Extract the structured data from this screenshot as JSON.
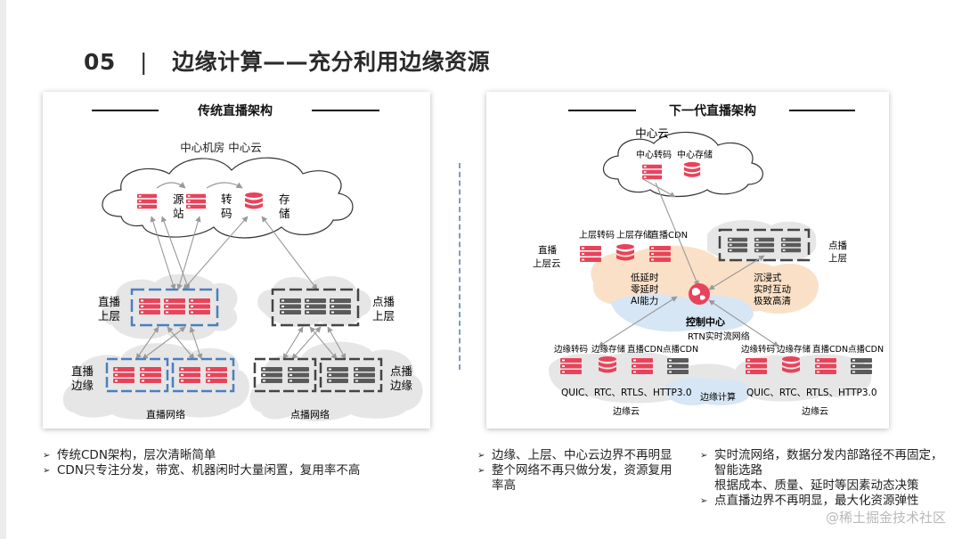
{
  "slide": {
    "number": "05",
    "separator": "|",
    "title": "边缘计算——充分利用边缘资源"
  },
  "left_panel": {
    "heading": "传统直播架构",
    "cloud_label": "中心机房 中心云",
    "source": [
      "源",
      "站"
    ],
    "transcode": [
      "转",
      "码"
    ],
    "storage": [
      "存",
      "储"
    ],
    "live_upper": [
      "直播",
      "上层"
    ],
    "vod_upper": [
      "点播",
      "上层"
    ],
    "live_edge": [
      "直播",
      "边缘"
    ],
    "vod_edge": [
      "点播",
      "边缘"
    ],
    "live_network": "直播网络",
    "vod_network": "点播网络"
  },
  "right_panel": {
    "heading": "下一代直播架构",
    "center_cloud": "中心云",
    "center_transcode": "中心转码",
    "center_storage": "中心存储",
    "upper_transcode": "上层转码",
    "upper_storage": "上层存储",
    "live_cdn": "直播CDN",
    "live_upper_cloud": [
      "直播",
      "上层云"
    ],
    "vod_upper": [
      "点播",
      "上层"
    ],
    "features_left": [
      "低延时",
      "零延时",
      "AI能力"
    ],
    "features_right": [
      "沉浸式",
      "实时互动",
      "极致高清"
    ],
    "control_center": "控制中心",
    "rtn": "RTN实时流网络",
    "edge_labels": [
      "边缘转码",
      "边缘存储",
      "直播CDN",
      "点播CDN"
    ],
    "protocols": "QUIC、RTC、RTLS、HTTP3.0",
    "edge_cloud": "边缘云",
    "edge_compute": "边缘计算"
  },
  "bullets": {
    "col1": [
      "传统CDN架构，层次清晰简单",
      "CDN只专注分发，带宽、机器闲时大量闲置，复用率不高"
    ],
    "col2": [
      "边缘、上层、中心云边界不再明显",
      "整个网络不再只做分发，资源复用率高"
    ],
    "col3": [
      "实时流网络，数据分发内部路径不再固定，智能选路",
      "根据成本、质量、延时等因素动态决策",
      "点直播边界不再明显，最大化资源弹性"
    ],
    "marker": "➢"
  },
  "watermark": "@稀土掘金技术社区",
  "colors": {
    "live_red": "#e8435a",
    "vod_gray": "#555555",
    "live_frame_blue": "#4a7fc1",
    "cloud_fill": "#e6e6e6",
    "orange_zone": "#fbe0c8",
    "blue_zone": "#d6e6f4"
  }
}
